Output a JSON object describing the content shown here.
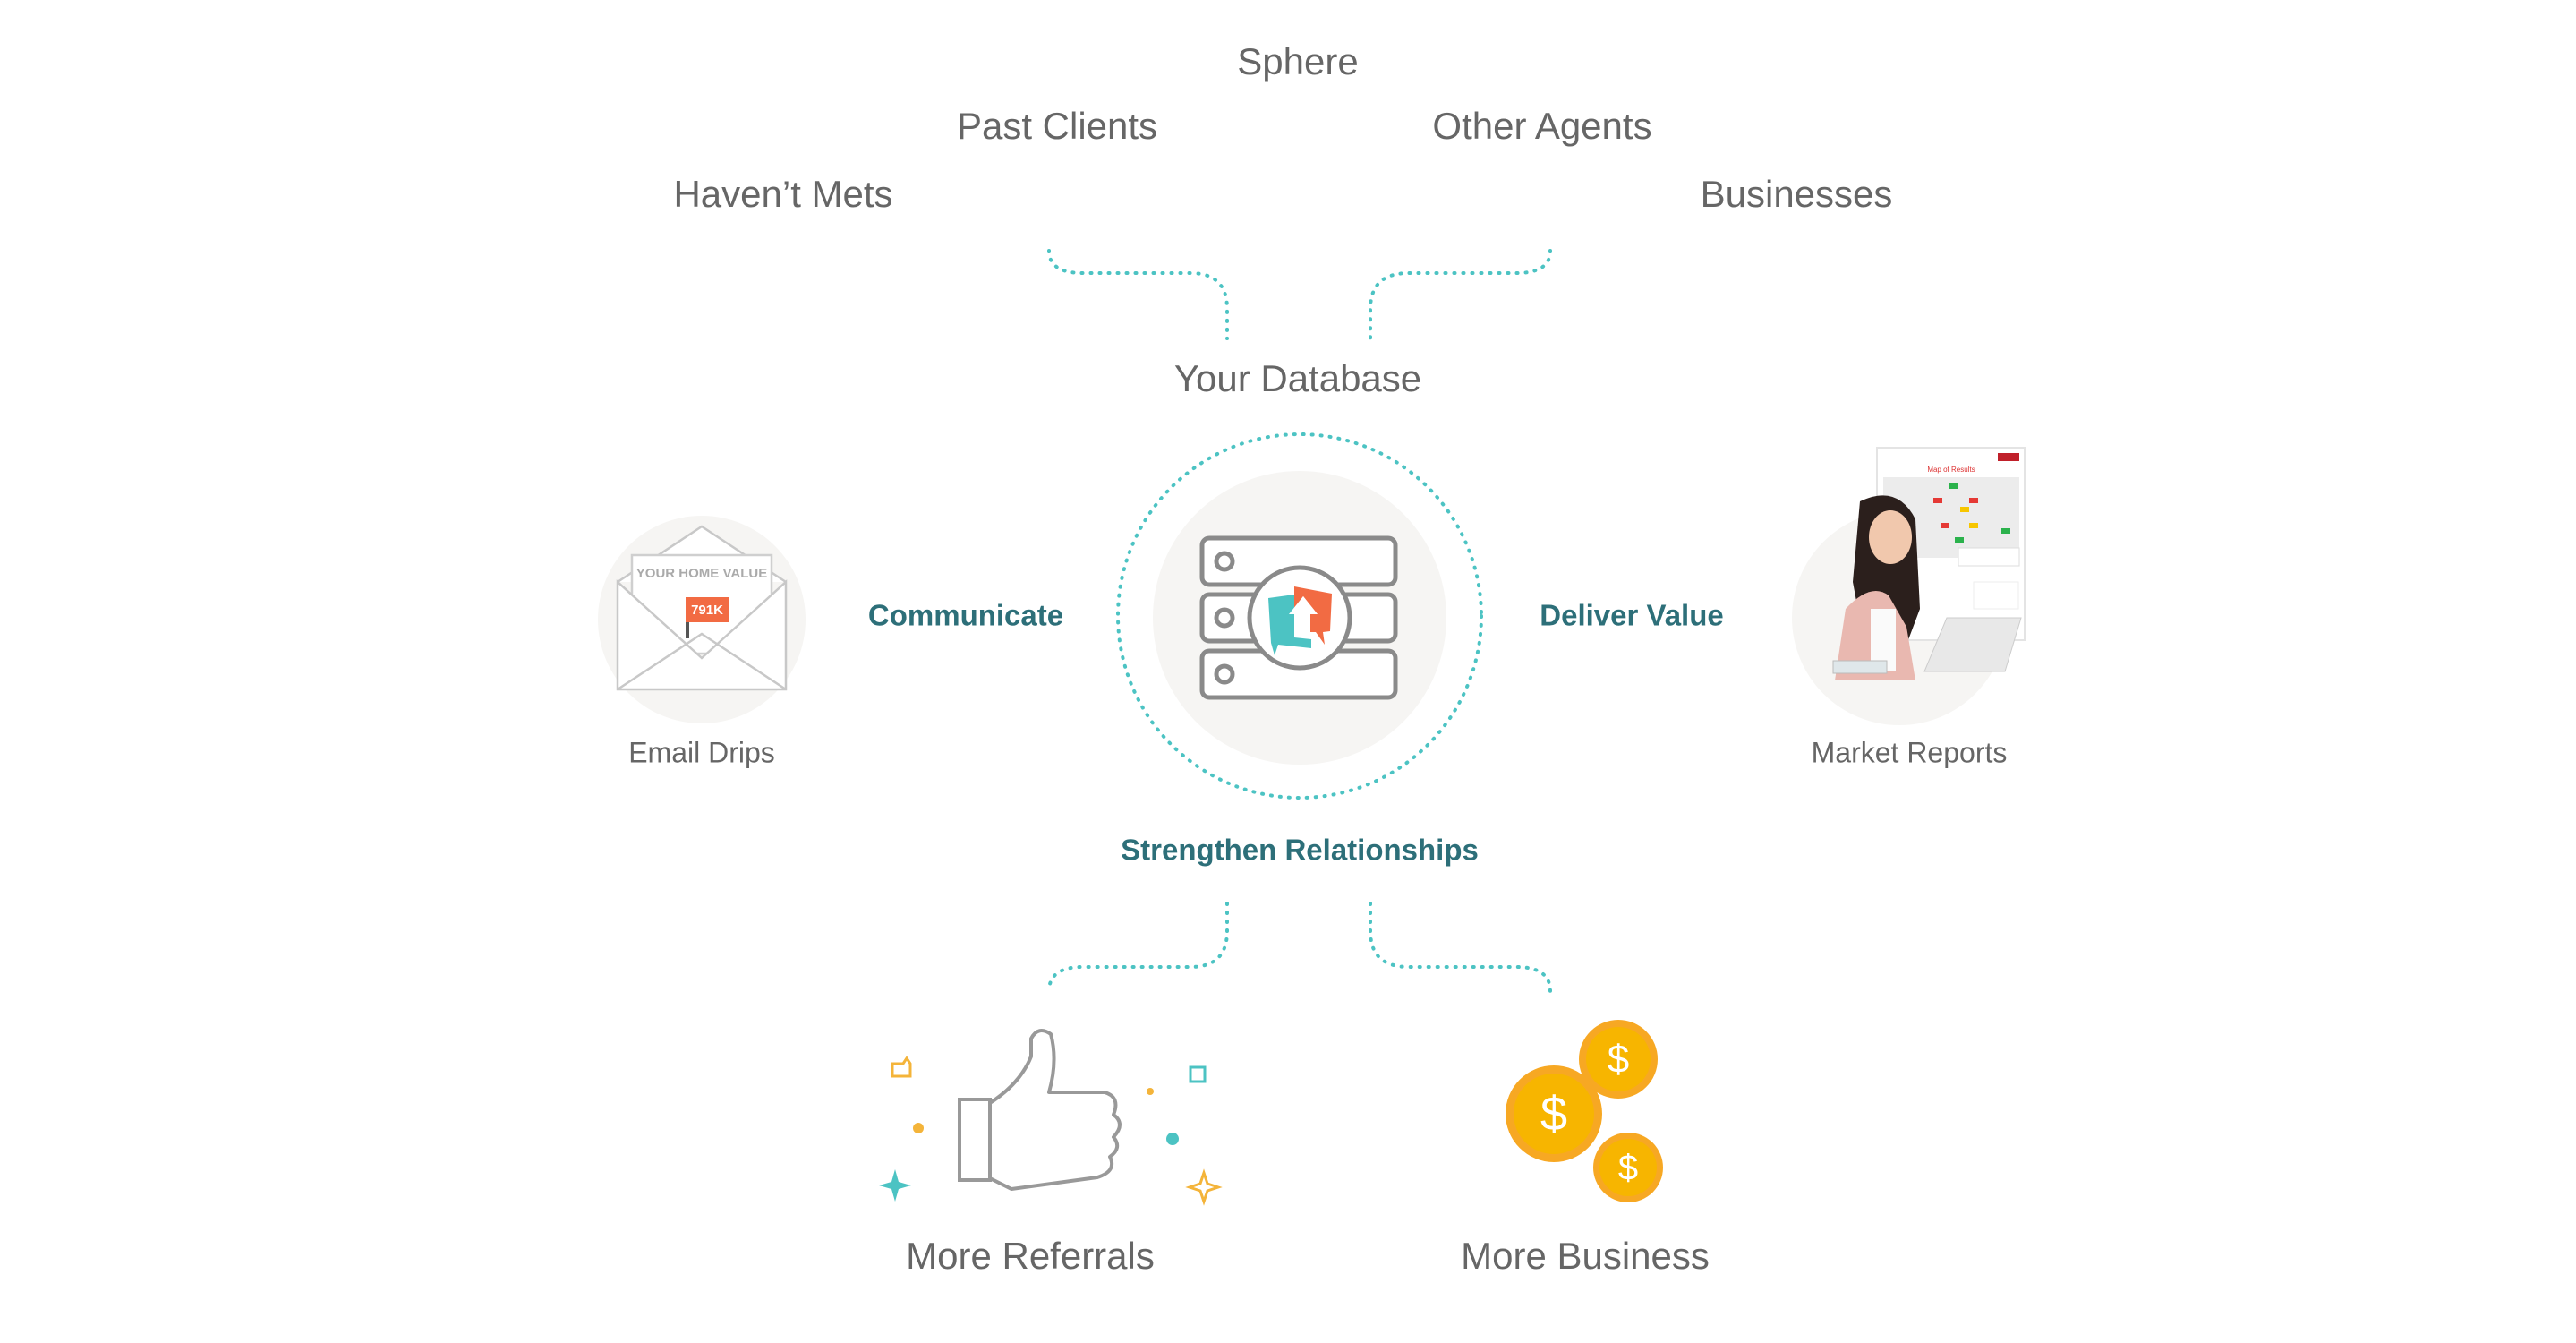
{
  "sources": {
    "sphere": "Sphere",
    "past_clients": "Past Clients",
    "other_agents": "Other Agents",
    "havent_mets": "Haven’t Mets",
    "businesses": "Businesses"
  },
  "database": {
    "title": "Your Database",
    "icon": "database-server-icon"
  },
  "left": {
    "action": "Communicate",
    "item_label": "Email Drips",
    "email_heading": "YOUR HOME VALUE",
    "email_value": "791K"
  },
  "right": {
    "action": "Deliver Value",
    "item_label": "Market Reports",
    "report_title": "Map of Results"
  },
  "outcome": "Strengthen Relationships",
  "results": {
    "referrals": "More Referrals",
    "business": "More Business",
    "currency_symbol": "$"
  },
  "colors": {
    "teal": "#4cc3c3",
    "dark_teal": "#2d6f79",
    "orange": "#f26b43",
    "gold": "#f7b500",
    "text": "#666666"
  }
}
